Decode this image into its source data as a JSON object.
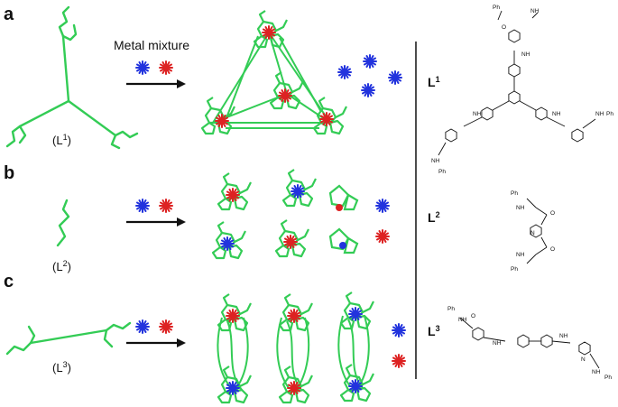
{
  "panels": {
    "a": {
      "letter": "a",
      "ligand": "(L",
      "ligand_sup": "1",
      "ligand_close": ")"
    },
    "b": {
      "letter": "b",
      "ligand": "(L",
      "ligand_sup": "2",
      "ligand_close": ")"
    },
    "c": {
      "letter": "c",
      "ligand": "(L",
      "ligand_sup": "3",
      "ligand_close": ")"
    }
  },
  "arrow_label": "Metal mixture",
  "legend_labels": {
    "L1": {
      "main": "L",
      "sup": "1"
    },
    "L2": {
      "main": "L",
      "sup": "2"
    },
    "L3": {
      "main": "L",
      "sup": "3"
    }
  },
  "chem_text": {
    "nh": "NH",
    "o": "O",
    "n": "N",
    "ph": "Ph"
  },
  "colors": {
    "ligand_green": "#33cc55",
    "metal_blue": "#2233dd",
    "metal_red": "#dd2222",
    "text": "#111111"
  }
}
